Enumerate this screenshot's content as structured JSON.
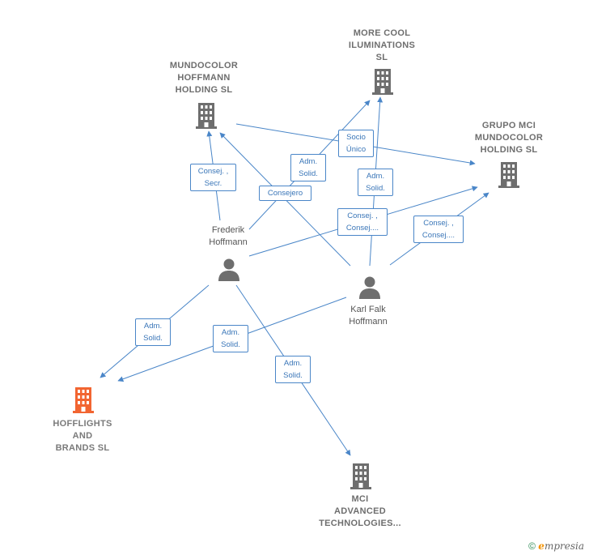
{
  "colors": {
    "edge": "#4a86c8",
    "company_icon": "#6e6e6e",
    "focus_company_icon": "#f26531",
    "person_icon": "#6e6e6e"
  },
  "companies": {
    "mundocolor": "MUNDOCOLOR\nHOFFMANN\nHOLDING  SL",
    "morecool": "MORE COOL\nILUMINATIONS\nSL",
    "grupomci": "GRUPO MCI\nMUNDOCOLOR\nHOLDING SL",
    "hofflights": "HOFFLIGHTS\nAND\nBRANDS  SL",
    "mci_advanced": "MCI\nADVANCED\nTECHNOLOGIES..."
  },
  "persons": {
    "frederik": "Frederik\nHoffmann",
    "karl": "Karl Falk\nHoffmann"
  },
  "edge_labels": {
    "consej_secr": "Consej. ,\nSecr.",
    "adm_solid_1": "Adm.\nSolid.",
    "consejero": "Consejero",
    "socio_unico": "Socio\nÚnico",
    "adm_solid_2": "Adm.\nSolid.",
    "consej_consej_1": "Consej. ,\nConsej....",
    "consej_consej_2": "Consej. ,\nConsej....",
    "adm_solid_3": "Adm.\nSolid.",
    "adm_solid_4": "Adm.\nSolid.",
    "adm_solid_5": "Adm.\nSolid."
  },
  "footer": {
    "copyright": "©",
    "brand_e": "e",
    "brand_rest": "mpresia"
  }
}
